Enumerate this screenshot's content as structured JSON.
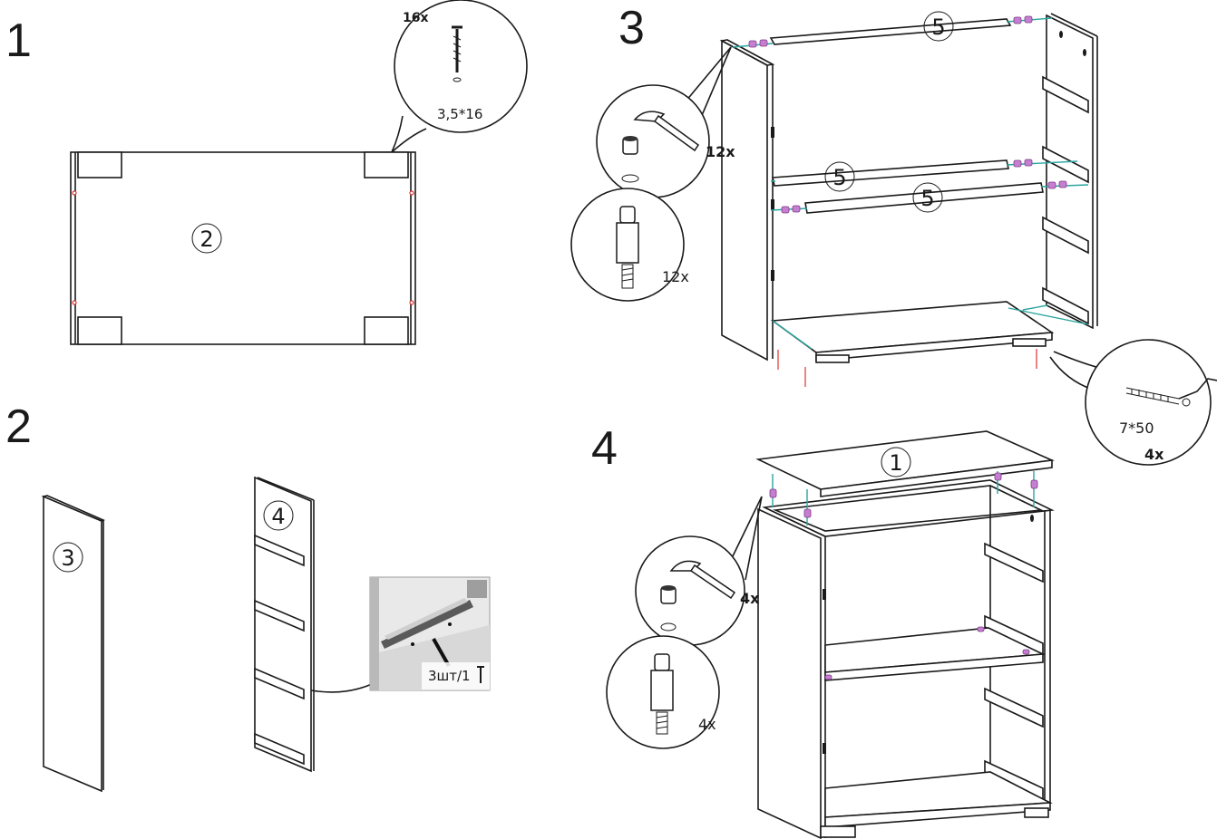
{
  "steps": [
    {
      "number": "1",
      "part": "2",
      "callout": {
        "count": "16x",
        "screw": "3,5*16"
      }
    },
    {
      "number": "2",
      "parts": [
        "3",
        "4"
      ],
      "inset_label": "3шт/1"
    },
    {
      "number": "3",
      "shelves": [
        "5",
        "5",
        "5"
      ],
      "hammer_count": "12x",
      "dowel_count": "12x",
      "screw_callout": {
        "size": "7*50",
        "count": "4x"
      }
    },
    {
      "number": "4",
      "part": "1",
      "hammer_count": "4x",
      "dowel_count": "4x"
    }
  ],
  "colors": {
    "dowel": "#2aa6a0",
    "cam": "#c67fd0",
    "pin": "#dd3333"
  }
}
